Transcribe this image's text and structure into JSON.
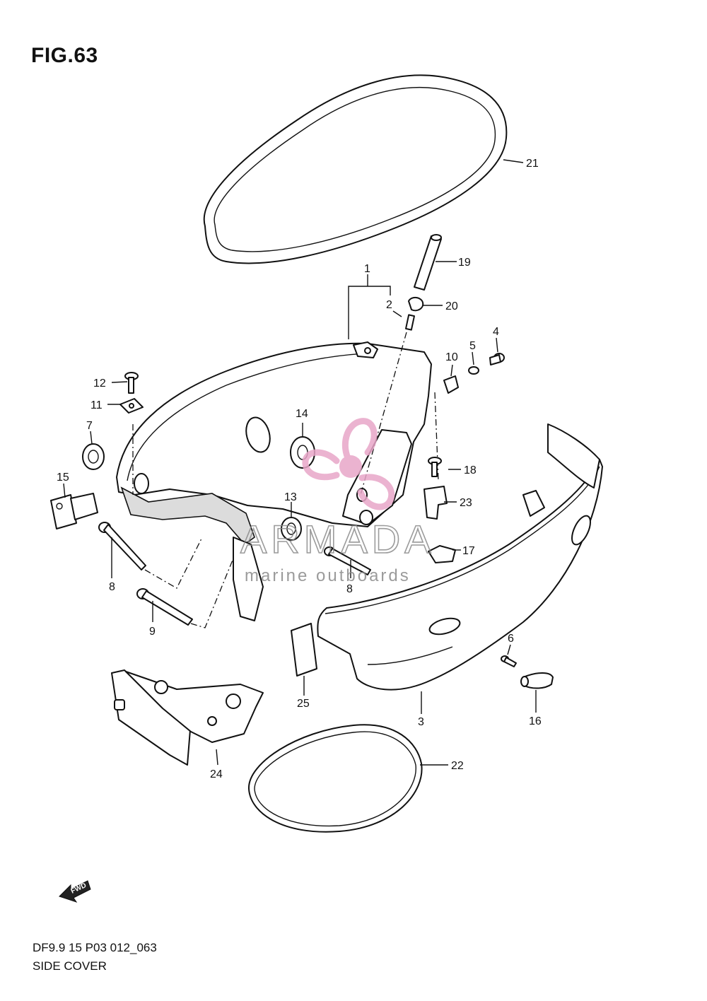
{
  "figure_title": "FIG.63",
  "footer": {
    "code": "DF9.9 15 P03 012_063",
    "name": "SIDE COVER"
  },
  "watermark": {
    "brand": "ARMADA",
    "tagline": "marine outboards",
    "logo_color": "#e8a6c8"
  },
  "direction_arrow": {
    "label": "FWD"
  },
  "callouts": [
    {
      "id": "c1",
      "label": "1"
    },
    {
      "id": "c2",
      "label": "2"
    },
    {
      "id": "c3",
      "label": "3"
    },
    {
      "id": "c4",
      "label": "4"
    },
    {
      "id": "c5",
      "label": "5"
    },
    {
      "id": "c6",
      "label": "6"
    },
    {
      "id": "c7",
      "label": "7"
    },
    {
      "id": "c8a",
      "label": "8"
    },
    {
      "id": "c8b",
      "label": "8"
    },
    {
      "id": "c9",
      "label": "9"
    },
    {
      "id": "c10",
      "label": "10"
    },
    {
      "id": "c11",
      "label": "11"
    },
    {
      "id": "c12",
      "label": "12"
    },
    {
      "id": "c13",
      "label": "13"
    },
    {
      "id": "c14",
      "label": "14"
    },
    {
      "id": "c15",
      "label": "15"
    },
    {
      "id": "c16",
      "label": "16"
    },
    {
      "id": "c17",
      "label": "17"
    },
    {
      "id": "c18",
      "label": "18"
    },
    {
      "id": "c19",
      "label": "19"
    },
    {
      "id": "c20",
      "label": "20"
    },
    {
      "id": "c21",
      "label": "21"
    },
    {
      "id": "c22",
      "label": "22"
    },
    {
      "id": "c23",
      "label": "23"
    },
    {
      "id": "c24",
      "label": "24"
    },
    {
      "id": "c25",
      "label": "25"
    }
  ]
}
